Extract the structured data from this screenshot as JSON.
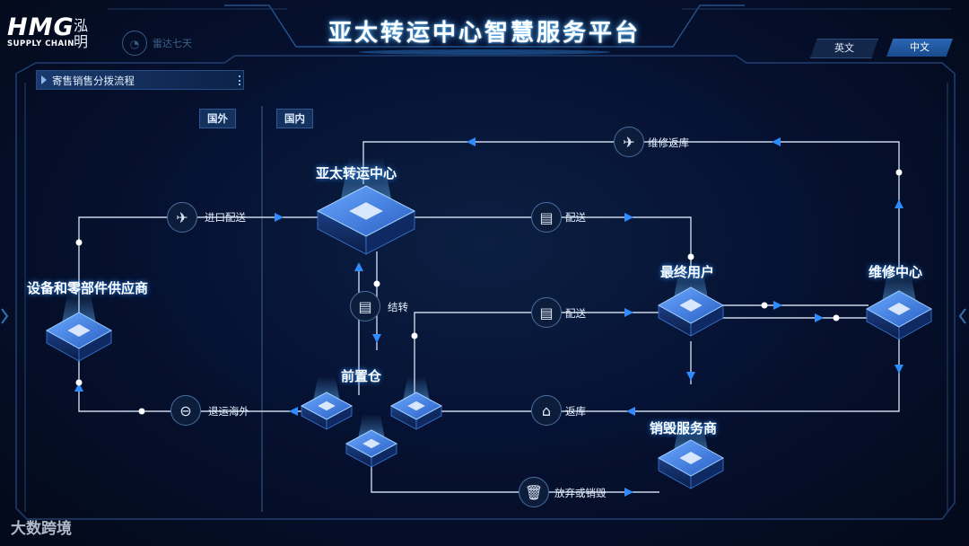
{
  "header": {
    "logo_text": "HMG",
    "logo_subtitle": "SUPPLY CHAIN",
    "logo_chinese": "泓明",
    "sub_logo_text": "雷达七天",
    "title": "亚太转运中心智慧服务平台",
    "lang_en_label": "英文",
    "lang_zh_label": "中文"
  },
  "section": {
    "title": "寄售销售分拨流程",
    "region_foreign": "国外",
    "region_domestic": "国内"
  },
  "nodes": {
    "supplier": "设备和零部件供应商",
    "hub": "亚太转运中心",
    "end_user": "最终用户",
    "repair_center": "维修中心",
    "front_warehouse": "前置仓",
    "destroyer": "销毁服务商"
  },
  "edges": {
    "import_delivery": "进口配送",
    "return_overseas": "退运海外",
    "repair_return": "维修返库",
    "delivery_1": "配送",
    "delivery_2": "配送",
    "transfer": "结转",
    "return_stock": "返库",
    "abandon_destroy": "放弃或销毁"
  },
  "watermark": "大数跨境",
  "colors": {
    "accent": "#3aa0ff",
    "line": "#c9d6e8",
    "arrow": "#2f8cff",
    "background": "#061233"
  }
}
